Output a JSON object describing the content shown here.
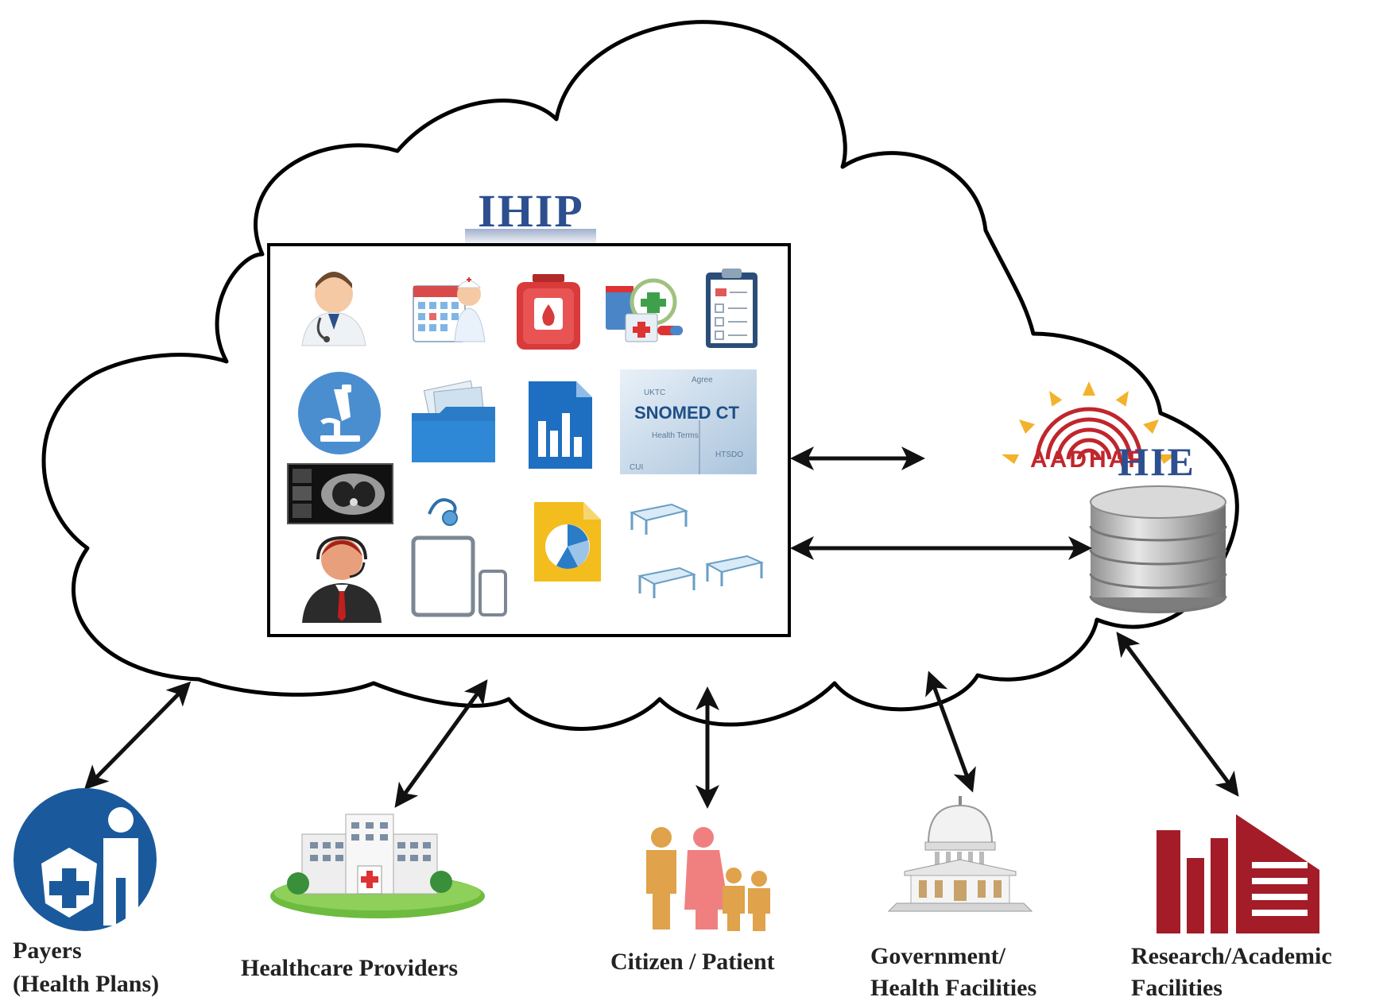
{
  "ihip_label": "IHIP",
  "hie_label": "HIE",
  "aadhar_label": "AADHAR",
  "snomed": {
    "main": "SNOMED CT",
    "small_words": [
      "UKTC",
      "Agree",
      "CUI",
      "HTSDO",
      "Health Terms"
    ]
  },
  "stakeholders": {
    "payers": {
      "line1": "Payers",
      "line2": "(Health Plans)"
    },
    "providers": {
      "line1": "Healthcare Providers"
    },
    "citizen": {
      "line1": "Citizen / Patient"
    },
    "government": {
      "line1": "Government/",
      "line2": "Health Facilities"
    },
    "research": {
      "line1": "Research/Academic",
      "line2": "Facilities"
    }
  },
  "icon_names": [
    "doctor-icon",
    "hospital-calendar-nurse-icon",
    "blood-bag-icon",
    "medicines-icon",
    "clipboard-report-icon",
    "microscope-icon",
    "folder-records-icon",
    "chart-document-icon",
    "snomed-ct-wordcloud",
    "ct-scan-image",
    "stethoscope-tablet-phone-icon",
    "pie-document-icon",
    "hospital-beds-icon",
    "call-center-agent-icon"
  ],
  "colors": {
    "title_blue": "#2d4f8f",
    "payers_blue": "#1a5a9c",
    "research_red": "#a31c28",
    "aadhar_red": "#c0262d",
    "aadhar_yellow": "#f3b22b",
    "family_orange": "#e0a24a",
    "family_pink": "#f08080"
  }
}
